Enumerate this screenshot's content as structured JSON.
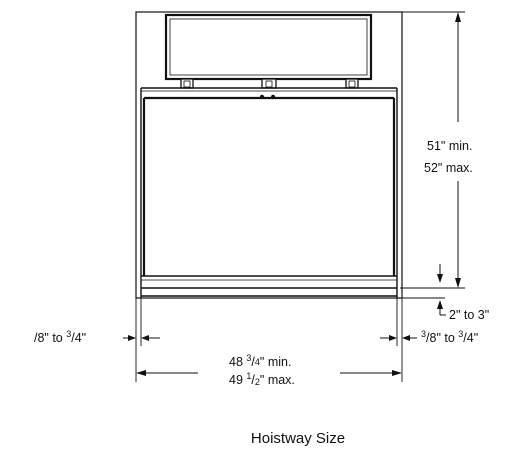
{
  "dimensions": {
    "height_min": "51\" min.",
    "height_max": "52\" max.",
    "threshold_gap": "2\" to 3\"",
    "width_min_whole": "48 ",
    "width_min_frac_num": "3",
    "width_min_frac_den": "4",
    "width_min_suffix": "\" min.",
    "width_max_whole": "49 ",
    "width_max_frac_num": "1",
    "width_max_frac_den": "2",
    "width_max_suffix": "\" max.",
    "side_gap_left_num": "/8\" to ",
    "side_gap_left_frac_num": "3",
    "side_gap_left_frac_den": "/4\"",
    "side_gap_right_num": "3",
    "side_gap_right_mid": "/8\" to ",
    "side_gap_right_frac_num": "3",
    "side_gap_right_frac_den": "/4\""
  },
  "caption": "Hoistway Size"
}
